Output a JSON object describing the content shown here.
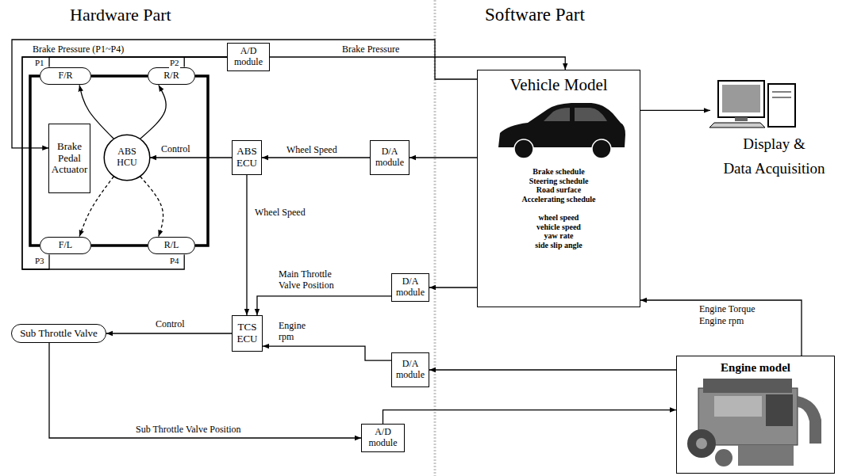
{
  "diagram": {
    "nodes": [
      {
        "text": [
          "F/R"
        ]
      },
      {
        "text": [
          "R/R"
        ]
      },
      {
        "text": [
          "Brake Pedal Actuator"
        ]
      },
      {
        "text": [
          "ABS HCU"
        ]
      },
      {
        "text": [
          "F/L"
        ]
      },
      {
        "text": [
          "R/L"
        ]
      },
      {
        "text": [
          "A/D module"
        ]
      },
      {
        "text": [
          "ABS ECU"
        ]
      },
      {
        "text": [
          "D/A module"
        ]
      },
      {
        "text": [
          "Vehicle Model",
          "Brake schedule",
          "Steering schedule",
          "Road surface",
          "Accelerating schedule",
          "wheel speed",
          "vehicle speed",
          "yaw rate",
          "side slip angle"
        ]
      },
      {
        "text": [
          "Display & Data Acquisition"
        ]
      },
      {
        "text": [
          "D/A module"
        ]
      },
      {
        "text": [
          "TCS ECU"
        ]
      },
      {
        "text": [
          "Sub Throttle Valve"
        ]
      },
      {
        "text": [
          "D/A module"
        ]
      },
      {
        "text": [
          "Engine model"
        ]
      },
      {
        "text": [
          "A/D module"
        ]
      }
    ],
    "edges": [
      {
        "from": 0,
        "to": 1,
        "arrow": "none"
      },
      {
        "from": 0,
        "to": 4,
        "arrow": "none"
      },
      {
        "from": 4,
        "to": 5,
        "arrow": "none"
      },
      {
        "from": 1,
        "to": 5,
        "arrow": "none"
      },
      {
        "from": 3,
        "to": 0,
        "arrow": "to"
      },
      {
        "from": 3,
        "to": 1,
        "arrow": "to"
      },
      {
        "from": 3,
        "to": 4,
        "arrow": "to"
      },
      {
        "from": 3,
        "to": 5,
        "arrow": "to"
      },
      {
        "from": 0,
        "to": 6,
        "arrow": "none"
      },
      {
        "from": 1,
        "to": 6,
        "arrow": "none"
      },
      {
        "from": 4,
        "to": 6,
        "arrow": "none"
      },
      {
        "from": 5,
        "to": 6,
        "arrow": "none"
      },
      {
        "from": 6,
        "to": 9,
        "label": "Brake Pressure",
        "arrow": "to"
      },
      {
        "from": 9,
        "to": 2,
        "arrow": "to"
      },
      {
        "from": 9,
        "to": 8,
        "arrow": "to"
      },
      {
        "from": 8,
        "to": 7,
        "label": "Wheel Speed",
        "arrow": "to"
      },
      {
        "from": 7,
        "to": 3,
        "label": "Control",
        "arrow": "to"
      },
      {
        "from": 7,
        "to": 12,
        "label": "Wheel Speed",
        "arrow": "to"
      },
      {
        "from": 9,
        "to": 11,
        "arrow": "to"
      },
      {
        "from": 11,
        "to": 12,
        "label": "Main Throttle Valve Position",
        "arrow": "to"
      },
      {
        "from": 9,
        "to": 10,
        "arrow": "to"
      },
      {
        "from": 15,
        "to": 9,
        "arrow": "to"
      },
      {
        "from": 15,
        "to": 14,
        "arrow": "to"
      },
      {
        "from": 14,
        "to": 12,
        "label": "Engine rpm",
        "arrow": "to"
      },
      {
        "from": 12,
        "to": 13,
        "label": "Control",
        "arrow": "to"
      },
      {
        "from": 13,
        "to": 16,
        "label": "Sub Throttle Valve Position",
        "arrow": "to"
      },
      {
        "from": 16,
        "to": 15,
        "arrow": "to"
      }
    ],
    "labels": [
      "Hardware Part",
      "Software Part",
      "Brake Pressure (P1~P4)",
      "P1",
      "P2",
      "P3",
      "P4",
      "Engine Torque",
      "Engine rpm"
    ]
  }
}
